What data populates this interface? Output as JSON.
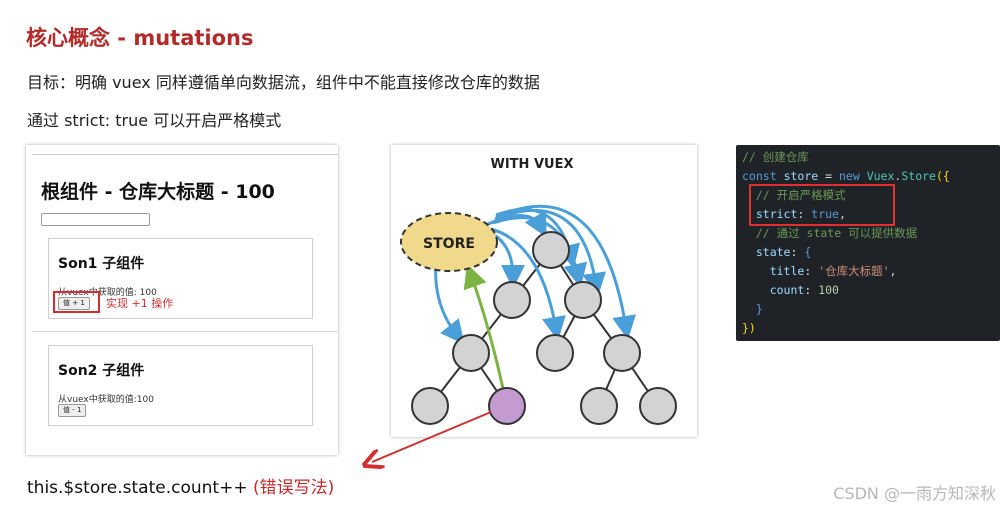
{
  "slide": {
    "title": "核心概念 - mutations",
    "goal": "目标：明确 vuex 同样遵循单向数据流，组件中不能直接修改仓库的数据",
    "strict_line": "通过  strict: true  可以开启严格模式"
  },
  "demo": {
    "heading": "根组件 - 仓库大标题 - 100",
    "son1": {
      "title": "Son1 子组件",
      "text": "从vuex中获取的值: 100",
      "button": "值 + 1"
    },
    "son2": {
      "title": "Son2 子组件",
      "text": "从vuex中获取的值:100",
      "button": "值 - 1"
    },
    "annotation": "实现 +1 操作"
  },
  "diagram": {
    "title": "WITH VUEX",
    "store_label": "STORE"
  },
  "code": {
    "lines": [
      "// 创建仓库",
      "const store = new Vuex.Store({",
      "  // 开启严格模式",
      "  strict: true,",
      "  // 通过 state 可以提供数据",
      "  state: {",
      "    title: '仓库大标题',",
      "    count: 100",
      "  }",
      "})"
    ]
  },
  "bottom": {
    "code": "this.$store.state.count++",
    "note": "(错误写法)"
  },
  "watermark": "CSDN @一雨方知深秋",
  "colors": {
    "title": "#b32a2a",
    "highlight": "#d23030",
    "code_bg": "#1f2328",
    "store_fill": "#f0d98a",
    "node_fill": "#d3d3d3",
    "child_node_fill": "#c49bd1",
    "arrow_blue": "#4a9fd8",
    "arrow_green": "#7cb342"
  }
}
